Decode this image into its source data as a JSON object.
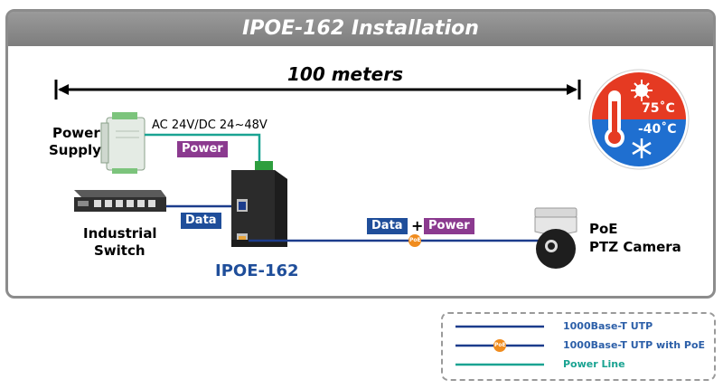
{
  "title": "IPOE-162 Installation",
  "distance_label": "100 meters",
  "power_supply": {
    "label_line1": "Power",
    "label_line2": "Supply",
    "voltage": "AC 24V/DC 24~48V"
  },
  "switch": {
    "label_line1": "Industrial",
    "label_line2": "Switch"
  },
  "device": {
    "label": "IPOE-162"
  },
  "camera": {
    "label_line1": "PoE",
    "label_line2": "PTZ Camera"
  },
  "tags": {
    "power": "Power",
    "data": "Data",
    "data_power_data": "Data",
    "plus": "+",
    "data_power_power": "Power"
  },
  "temperature": {
    "high": "75˚C",
    "low": "-40˚C"
  },
  "poe_badge": "PoE",
  "legend": {
    "items": [
      {
        "label": "1000Base-T UTP",
        "color": "#1c3c8c",
        "poe": false
      },
      {
        "label": "1000Base-T UTP with PoE",
        "color": "#1c3c8c",
        "poe": true
      },
      {
        "label": "Power Line",
        "color": "#1aa392",
        "poe": false
      }
    ]
  },
  "colors": {
    "utp": "#1c3c8c",
    "power_line": "#1aa392",
    "power_tag": "#8b3a8f",
    "data_tag": "#1f4e9a",
    "poe_badge": "#f08c1e",
    "device_label": "#1f4e9a"
  }
}
